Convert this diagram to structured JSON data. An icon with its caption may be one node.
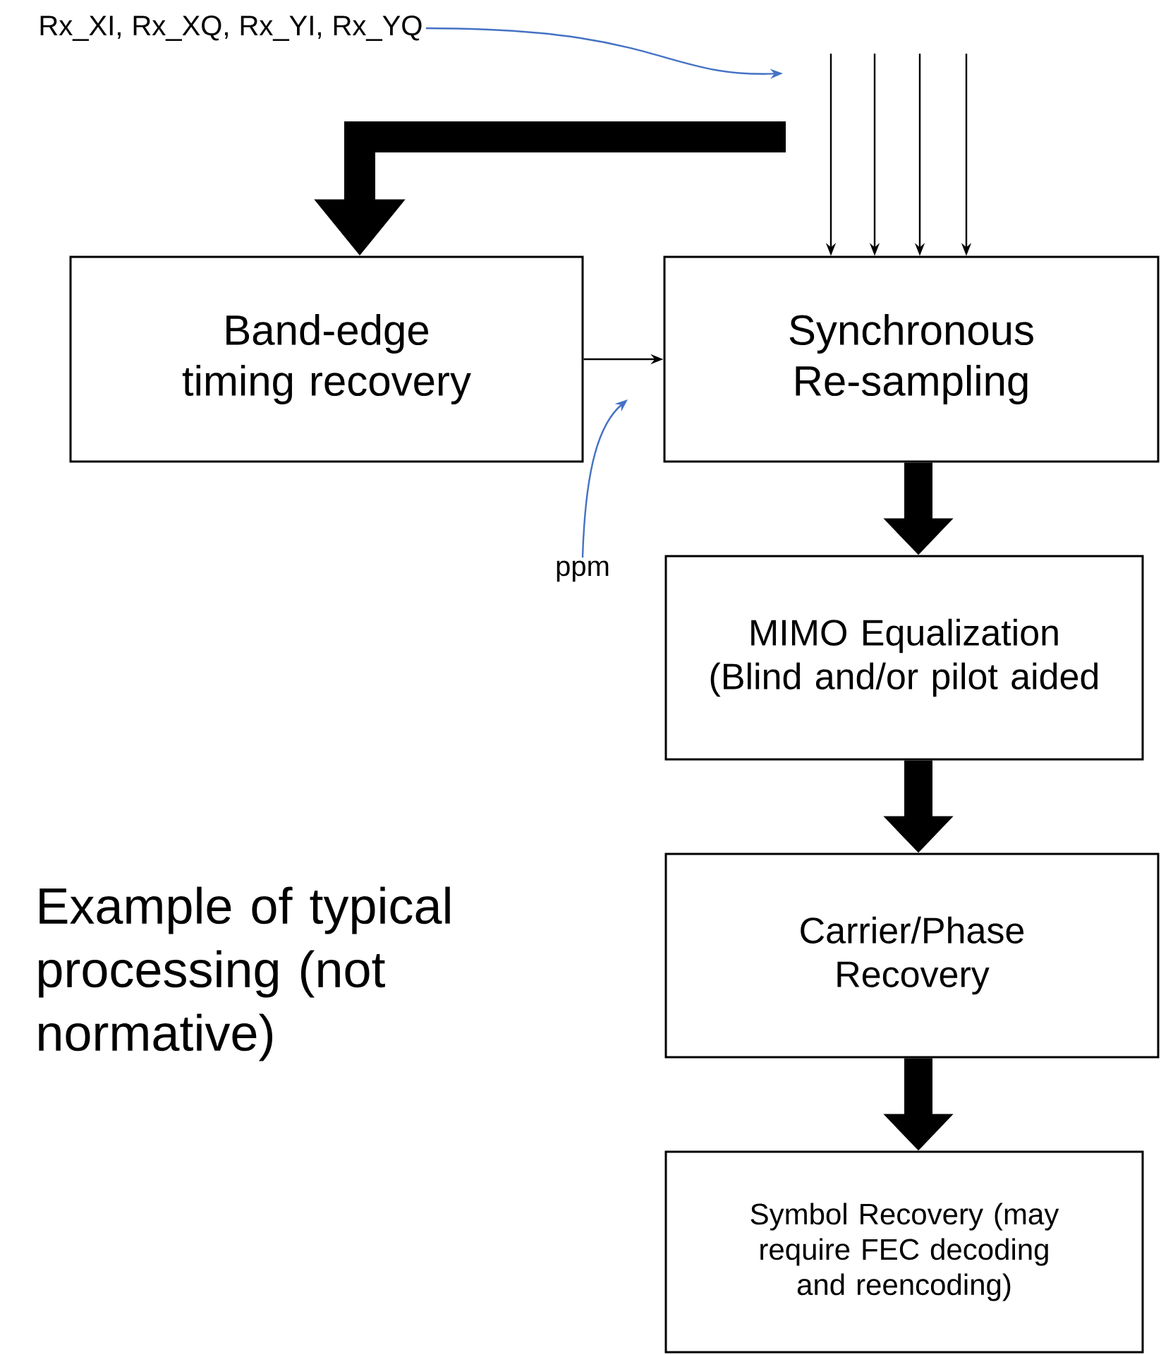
{
  "diagram": {
    "nodes": [
      {
        "text": [
          "Rx_XI, Rx_XQ, Rx_YI, Rx_YQ"
        ]
      },
      {
        "text": [
          "Band-edge timing recovery"
        ]
      },
      {
        "text": [
          "Synchronous Re-sampling"
        ]
      },
      {
        "text": [
          "MIMO Equalization (Blind and/or pilot aided"
        ]
      },
      {
        "text": [
          "Carrier/Phase Recovery"
        ]
      },
      {
        "text": [
          "Symbol Recovery (may require FEC decoding and reencoding)"
        ]
      },
      {
        "text": [
          "ppm"
        ]
      }
    ],
    "edges": [
      {
        "from": 0,
        "to": null,
        "arrow": "to",
        "color": "#4472c4"
      },
      {
        "from": null,
        "to": 2,
        "arrow": "to"
      },
      {
        "from": null,
        "to": 2,
        "arrow": "to"
      },
      {
        "from": null,
        "to": 2,
        "arrow": "to"
      },
      {
        "from": null,
        "to": 2,
        "arrow": "to"
      },
      {
        "from": null,
        "to": 1,
        "arrow": "to",
        "style": "thick"
      },
      {
        "from": 1,
        "to": 2,
        "arrow": "to"
      },
      {
        "from": 6,
        "to": null,
        "arrow": "to",
        "color": "#4472c4"
      },
      {
        "from": 2,
        "to": 3,
        "arrow": "to",
        "style": "thick"
      },
      {
        "from": 3,
        "to": 4,
        "arrow": "to",
        "style": "thick"
      },
      {
        "from": 4,
        "to": 5,
        "arrow": "to",
        "style": "thick"
      }
    ],
    "labels": [
      "Example of typical processing (not normative)"
    ]
  }
}
